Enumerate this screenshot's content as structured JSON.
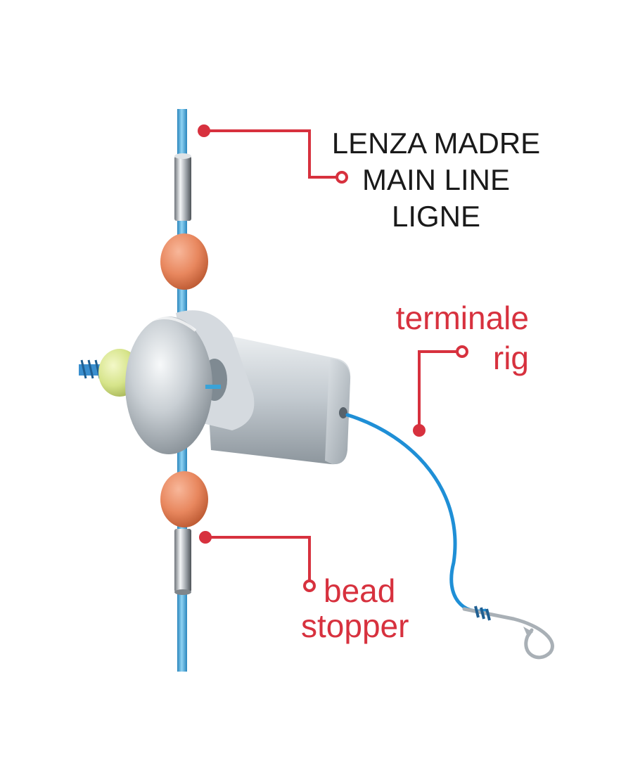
{
  "labels": {
    "main_line": [
      "LENZA MADRE",
      "MAIN LINE",
      "LIGNE"
    ],
    "rig": [
      "terminale",
      "rig"
    ],
    "bead_stopper": [
      "bead",
      "stopper"
    ]
  },
  "colors": {
    "line": "#3aa3d8",
    "leader": "#1f8fd6",
    "callout": "#d7313e",
    "bead": "#e8875e",
    "label_black": "#1a1a1a",
    "body_metal": "#c9cfd4",
    "knob": "#d6e48a"
  },
  "icons": [
    "fishing-hook-icon",
    "screw-icon"
  ]
}
